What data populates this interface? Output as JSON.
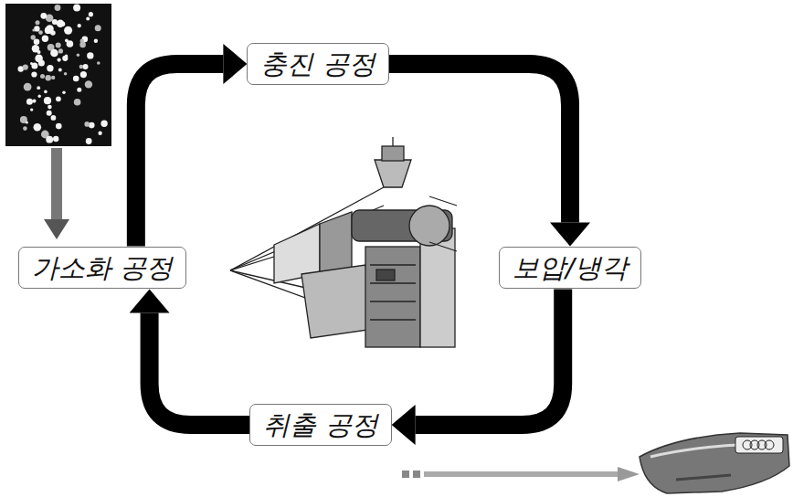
{
  "diagram": {
    "nodes": [
      {
        "text": [
          "충진 공정"
        ]
      },
      {
        "text": [
          "가소화 공정"
        ]
      },
      {
        "text": [
          "보압/냉각"
        ]
      },
      {
        "text": [
          "취출 공정"
        ]
      }
    ],
    "edges": [
      {
        "from": 1,
        "to": 0,
        "arrow": "to"
      },
      {
        "from": 0,
        "to": 2,
        "arrow": "to"
      },
      {
        "from": 2,
        "to": 3,
        "arrow": "to"
      },
      {
        "from": 3,
        "to": 1,
        "arrow": "to"
      }
    ]
  }
}
